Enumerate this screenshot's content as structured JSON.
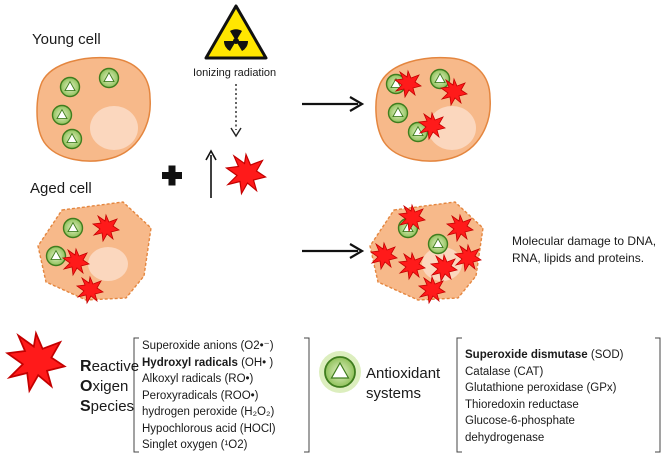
{
  "labels": {
    "young_cell": "Young cell",
    "aged_cell": "Aged cell",
    "ionizing_radiation": "Ionizing radiation",
    "molecular_damage": [
      "Molecular damage to DNA,",
      "RNA, lipids and proteins."
    ]
  },
  "ros": {
    "title_lines": [
      {
        "initial": "R",
        "rest": "eactive"
      },
      {
        "initial": "O",
        "rest": "xigen"
      },
      {
        "initial": "S",
        "rest": "pecies"
      }
    ],
    "items": [
      {
        "text": "Superoxide anions (O2•⁻)",
        "bold_part": ""
      },
      {
        "text": " (OH• )",
        "bold_part": "Hydroxyl radicals"
      },
      {
        "text": "Alkoxyl radicals (RO•)",
        "bold_part": ""
      },
      {
        "text": "Peroxyradicals (ROO•)",
        "bold_part": ""
      },
      {
        "text": "hydrogen peroxide (H₂O₂)",
        "bold_part": ""
      },
      {
        "text": "Hypochlorous acid (HOCl)",
        "bold_part": ""
      },
      {
        "text": "Singlet oxygen (¹O2)",
        "bold_part": ""
      }
    ]
  },
  "antioxidant": {
    "title_lines": [
      "Antioxidant",
      "systems"
    ],
    "items": [
      {
        "text": " (SOD)",
        "bold_part": "Superoxide dismutase"
      },
      {
        "text": "Catalase (CAT)",
        "bold_part": ""
      },
      {
        "text": "Glutathione peroxidase (GPx)",
        "bold_part": ""
      },
      {
        "text": "Thioredoxin reductase",
        "bold_part": ""
      },
      {
        "text": "Glucose-6-phosphate",
        "bold_part": ""
      },
      {
        "text": "dehydrogenase",
        "bold_part": ""
      }
    ]
  },
  "colors": {
    "cell_fill": "#f7b98a",
    "cell_stroke": "#e4863f",
    "nucleus": "#fbd7be",
    "ros_red": "#ff1a1a",
    "antioxidant_green": "#3f7d1e",
    "radiation_yellow": "#ffe600"
  }
}
